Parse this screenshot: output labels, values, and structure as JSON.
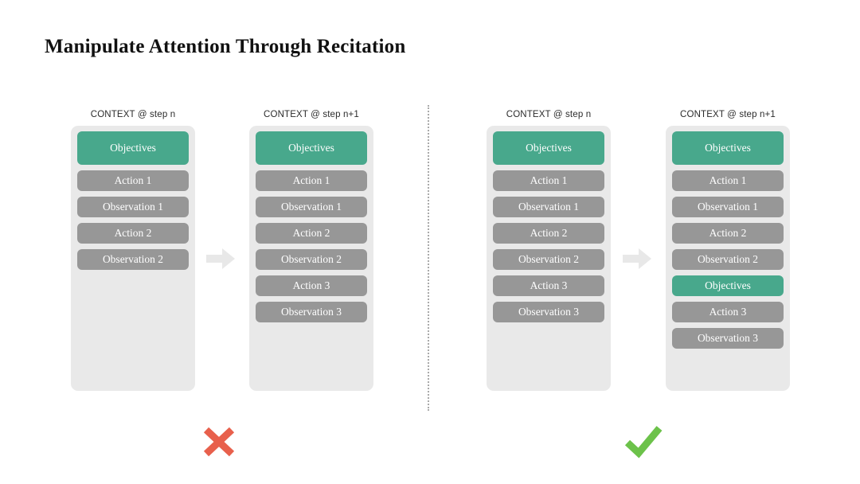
{
  "slide": {
    "title": "Manipulate Attention Through Recitation"
  },
  "colors": {
    "objectives_block": "#48a88c",
    "standard_block": "#979797",
    "context_background": "#e9e9e9",
    "arrow": "#e8e8e8",
    "cross_mark": "#e8604c",
    "check_mark": "#6cc24a",
    "title_text": "#111111",
    "block_text": "#ffffff"
  },
  "divider": {
    "style": "dotted-vertical",
    "color": "#aaaaaa"
  },
  "panels": [
    {
      "id": "bad-example",
      "verdict": "cross",
      "verdict_icon": "cross-icon",
      "arrow_icon": "arrow-right-icon",
      "columns": [
        {
          "id": "col-1",
          "header": "CONTEXT @ step n",
          "blocks": [
            {
              "label": "Objectives",
              "kind": "objectives"
            },
            {
              "label": "Action 1",
              "kind": "standard"
            },
            {
              "label": "Observation 1",
              "kind": "standard"
            },
            {
              "label": "Action 2",
              "kind": "standard"
            },
            {
              "label": "Observation 2",
              "kind": "standard"
            }
          ]
        },
        {
          "id": "col-2",
          "header": "CONTEXT @ step n+1",
          "blocks": [
            {
              "label": "Objectives",
              "kind": "objectives"
            },
            {
              "label": "Action 1",
              "kind": "standard"
            },
            {
              "label": "Observation 1",
              "kind": "standard"
            },
            {
              "label": "Action 2",
              "kind": "standard"
            },
            {
              "label": "Observation 2",
              "kind": "standard"
            },
            {
              "label": "Action 3",
              "kind": "standard"
            },
            {
              "label": "Observation 3",
              "kind": "standard"
            }
          ]
        }
      ]
    },
    {
      "id": "good-example",
      "verdict": "check",
      "verdict_icon": "check-icon",
      "arrow_icon": "arrow-right-icon",
      "columns": [
        {
          "id": "col-3",
          "header": "CONTEXT @ step n",
          "blocks": [
            {
              "label": "Objectives",
              "kind": "objectives"
            },
            {
              "label": "Action 1",
              "kind": "standard"
            },
            {
              "label": "Observation 1",
              "kind": "standard"
            },
            {
              "label": "Action 2",
              "kind": "standard"
            },
            {
              "label": "Observation 2",
              "kind": "standard"
            },
            {
              "label": "Action 3",
              "kind": "standard"
            },
            {
              "label": "Observation 3",
              "kind": "standard"
            }
          ]
        },
        {
          "id": "col-4",
          "header": "CONTEXT @ step n+1",
          "blocks": [
            {
              "label": "Objectives",
              "kind": "objectives"
            },
            {
              "label": "Action 1",
              "kind": "standard"
            },
            {
              "label": "Observation 1",
              "kind": "standard"
            },
            {
              "label": "Action 2",
              "kind": "standard"
            },
            {
              "label": "Observation 2",
              "kind": "standard"
            },
            {
              "label": "Objectives",
              "kind": "objectives"
            },
            {
              "label": "Action 3",
              "kind": "standard"
            },
            {
              "label": "Observation 3",
              "kind": "standard"
            }
          ]
        }
      ]
    }
  ]
}
